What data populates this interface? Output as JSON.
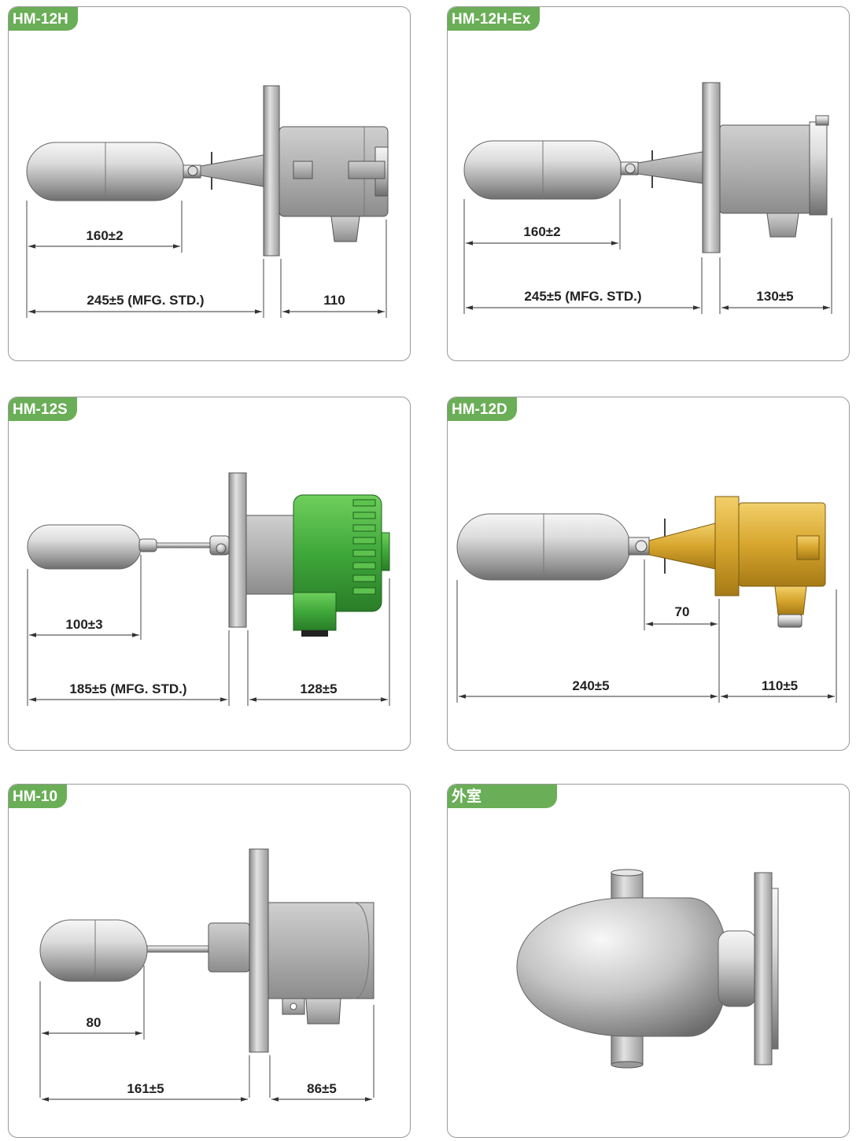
{
  "panels": [
    {
      "title": "HM-12H",
      "dims": [
        "160±2",
        "245±5 (MFG. STD.)",
        "110"
      ]
    },
    {
      "title": "HM-12H-Ex",
      "dims": [
        "160±2",
        "245±5 (MFG. STD.)",
        "130±5"
      ]
    },
    {
      "title": "HM-12S",
      "dims": [
        "100±3",
        "185±5 (MFG. STD.)",
        "128±5"
      ]
    },
    {
      "title": "HM-12D",
      "dims": [
        "70",
        "240±5",
        "110±5"
      ]
    },
    {
      "title": "HM-10",
      "dims": [
        "80",
        "161±5",
        "86±5"
      ]
    },
    {
      "title": "外室",
      "dims": []
    }
  ],
  "colors": {
    "tab": "#6aae57",
    "green_housing": "#3fa83a",
    "brass_housing": "#d7a62e",
    "steel": "#b8b8b8"
  }
}
